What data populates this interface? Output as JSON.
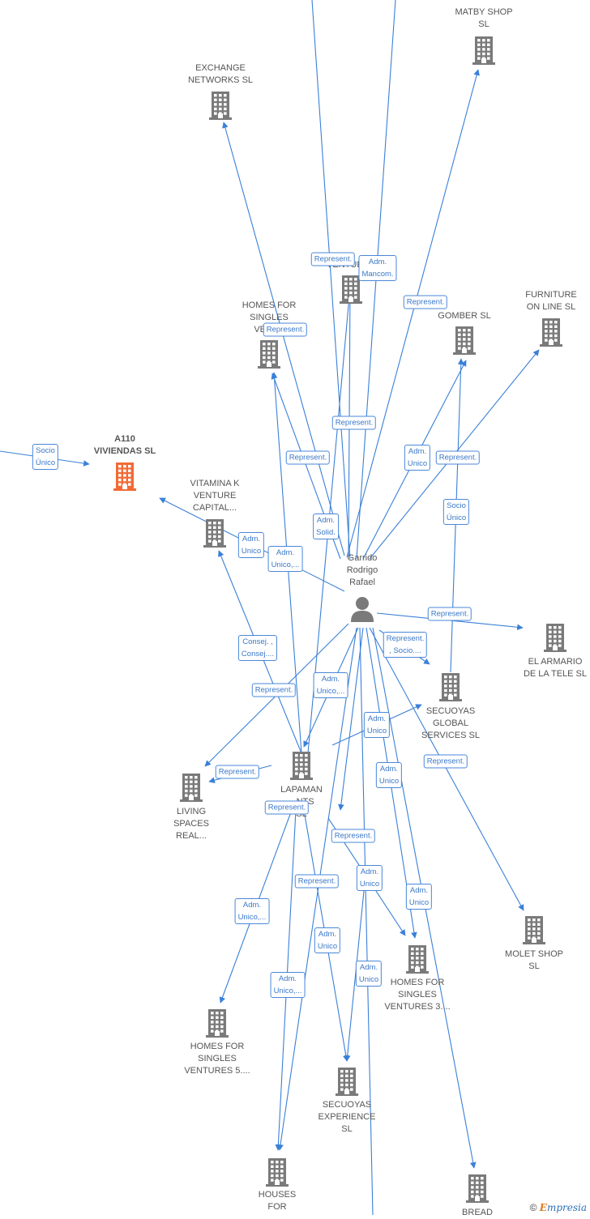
{
  "colors": {
    "edge": "#3a80d8",
    "building": "#7a7a7a",
    "focus_building": "#f26a35",
    "person": "#7a7a7a",
    "tag_border": "#4a87d8"
  },
  "center": {
    "label_lines": [
      "Garrido",
      "Rodrigo",
      "Rafael"
    ]
  },
  "companies": [
    {
      "id": "matby",
      "lines": [
        "MATBY SHOP",
        "SL"
      ]
    },
    {
      "id": "exchange",
      "lines": [
        "EXCHANGE",
        "NETWORKS SL"
      ]
    },
    {
      "id": "ventures_top",
      "lines": [
        "VENTURES"
      ]
    },
    {
      "id": "homes_singles_top",
      "lines": [
        "HOMES FOR",
        "SINGLES",
        "VENT..."
      ]
    },
    {
      "id": "gomber",
      "lines": [
        "GOMBER SL"
      ]
    },
    {
      "id": "furniture",
      "lines": [
        "FURNITURE",
        "ON LINE SL"
      ]
    },
    {
      "id": "a110",
      "lines": [
        "A110",
        "VIVIENDAS  SL"
      ],
      "focus": true
    },
    {
      "id": "vitamina",
      "lines": [
        "VITAMINA K",
        "VENTURE",
        "CAPITAL..."
      ]
    },
    {
      "id": "armario",
      "lines": [
        "EL ARMARIO",
        "DE LA TELE SL"
      ]
    },
    {
      "id": "secuoyas_global",
      "lines": [
        "SECUOYAS",
        "GLOBAL",
        "SERVICES SL"
      ]
    },
    {
      "id": "lapaman",
      "lines": [
        "LAPAMAN",
        "...NTS",
        "SL"
      ]
    },
    {
      "id": "living",
      "lines": [
        "LIVING",
        "SPACES",
        "REAL..."
      ]
    },
    {
      "id": "molet",
      "lines": [
        "MOLET SHOP",
        "SL"
      ]
    },
    {
      "id": "homes3",
      "lines": [
        "HOMES FOR",
        "SINGLES",
        "VENTURES 3...."
      ]
    },
    {
      "id": "homes5",
      "lines": [
        "HOMES FOR",
        "SINGLES",
        "VENTURES 5...."
      ]
    },
    {
      "id": "secuoyas_exp",
      "lines": [
        "SECUOYAS",
        "EXPERIENCE",
        "SL"
      ]
    },
    {
      "id": "houses",
      "lines": [
        "HOUSES",
        "FOR"
      ]
    },
    {
      "id": "bread",
      "lines": [
        "BREAD"
      ]
    }
  ],
  "relations": [
    {
      "id": "r1",
      "text": [
        "Represent."
      ]
    },
    {
      "id": "r2",
      "text": [
        "Adm.",
        "Mancom."
      ]
    },
    {
      "id": "r3",
      "text": [
        "Represent."
      ]
    },
    {
      "id": "r4",
      "text": [
        "Represent."
      ]
    },
    {
      "id": "r5",
      "text": [
        "Represent."
      ]
    },
    {
      "id": "r6",
      "text": [
        "Socio",
        "Único"
      ]
    },
    {
      "id": "r7",
      "text": [
        "Represent."
      ]
    },
    {
      "id": "r8",
      "text": [
        "Adm.",
        "Unico"
      ]
    },
    {
      "id": "r9",
      "text": [
        "Represent."
      ]
    },
    {
      "id": "r10",
      "text": [
        "Adm.",
        "Solid."
      ]
    },
    {
      "id": "r11",
      "text": [
        "Socio",
        "Único"
      ]
    },
    {
      "id": "r12",
      "text": [
        "Adm.",
        "Unico"
      ]
    },
    {
      "id": "r13",
      "text": [
        "Adm.",
        "Unico,..."
      ]
    },
    {
      "id": "r14",
      "text": [
        "Represent."
      ]
    },
    {
      "id": "r15",
      "text": [
        "Represent.",
        ", Socio...."
      ]
    },
    {
      "id": "r16",
      "text": [
        "Consej. ,",
        "Consej...."
      ]
    },
    {
      "id": "r17",
      "text": [
        "Represent."
      ]
    },
    {
      "id": "r18",
      "text": [
        "Adm.",
        "Unico,..."
      ]
    },
    {
      "id": "r19",
      "text": [
        "Adm.",
        "Unico"
      ]
    },
    {
      "id": "r20",
      "text": [
        "Represent."
      ]
    },
    {
      "id": "r21",
      "text": [
        "Adm.",
        "Unico"
      ]
    },
    {
      "id": "r22",
      "text": [
        "Represent."
      ]
    },
    {
      "id": "r23",
      "text": [
        "Represent."
      ]
    },
    {
      "id": "r24",
      "text": [
        "Represent."
      ]
    },
    {
      "id": "r25",
      "text": [
        "Adm.",
        "Unico"
      ]
    },
    {
      "id": "r26",
      "text": [
        "Adm.",
        "Unico"
      ]
    },
    {
      "id": "r27",
      "text": [
        "Represent."
      ]
    },
    {
      "id": "r28",
      "text": [
        "Adm.",
        "Unico,..."
      ]
    },
    {
      "id": "r29",
      "text": [
        "Adm.",
        "Unico"
      ]
    },
    {
      "id": "r30",
      "text": [
        "Adm.",
        "Unico"
      ]
    },
    {
      "id": "r31",
      "text": [
        "Adm.",
        "Unico,..."
      ]
    }
  ],
  "footer": {
    "symbol": "©",
    "brand_initial": "E",
    "brand_rest": "mpresia"
  }
}
